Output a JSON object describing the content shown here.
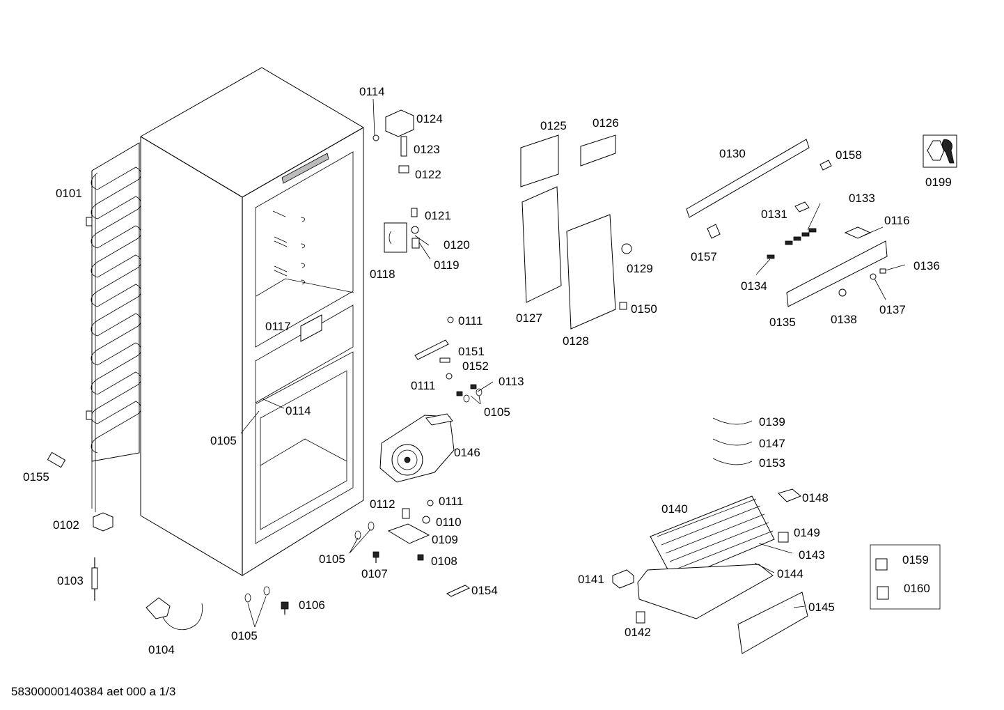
{
  "diagram": {
    "footer_code": "58300000140384 aet 000 a 1/3",
    "labels": [
      {
        "id": "l0101",
        "text": "0101"
      },
      {
        "id": "l0102",
        "text": "0102"
      },
      {
        "id": "l0103",
        "text": "0103"
      },
      {
        "id": "l0104",
        "text": "0104"
      },
      {
        "id": "l0155",
        "text": "0155"
      },
      {
        "id": "l0105a",
        "text": "0105"
      },
      {
        "id": "l0105b",
        "text": "0105"
      },
      {
        "id": "l0105c",
        "text": "0105"
      },
      {
        "id": "l0105d",
        "text": "0105"
      },
      {
        "id": "l0106",
        "text": "0106"
      },
      {
        "id": "l0107",
        "text": "0107"
      },
      {
        "id": "l0108",
        "text": "0108"
      },
      {
        "id": "l0109",
        "text": "0109"
      },
      {
        "id": "l0110",
        "text": "0110"
      },
      {
        "id": "l0111a",
        "text": "0111"
      },
      {
        "id": "l0111b",
        "text": "0111"
      },
      {
        "id": "l0111c",
        "text": "0111"
      },
      {
        "id": "l0112",
        "text": "0112"
      },
      {
        "id": "l0113",
        "text": "0113"
      },
      {
        "id": "l0114a",
        "text": "0114"
      },
      {
        "id": "l0114b",
        "text": "0114"
      },
      {
        "id": "l0116",
        "text": "0116"
      },
      {
        "id": "l0117",
        "text": "0117"
      },
      {
        "id": "l0118",
        "text": "0118"
      },
      {
        "id": "l0119",
        "text": "0119"
      },
      {
        "id": "l0120",
        "text": "0120"
      },
      {
        "id": "l0121",
        "text": "0121"
      },
      {
        "id": "l0122",
        "text": "0122"
      },
      {
        "id": "l0123",
        "text": "0123"
      },
      {
        "id": "l0124",
        "text": "0124"
      },
      {
        "id": "l0125",
        "text": "0125"
      },
      {
        "id": "l0126",
        "text": "0126"
      },
      {
        "id": "l0127",
        "text": "0127"
      },
      {
        "id": "l0128",
        "text": "0128"
      },
      {
        "id": "l0129",
        "text": "0129"
      },
      {
        "id": "l0130",
        "text": "0130"
      },
      {
        "id": "l0131",
        "text": "0131"
      },
      {
        "id": "l0133",
        "text": "0133"
      },
      {
        "id": "l0134",
        "text": "0134"
      },
      {
        "id": "l0135",
        "text": "0135"
      },
      {
        "id": "l0136",
        "text": "0136"
      },
      {
        "id": "l0137",
        "text": "0137"
      },
      {
        "id": "l0138",
        "text": "0138"
      },
      {
        "id": "l0139",
        "text": "0139"
      },
      {
        "id": "l0140",
        "text": "0140"
      },
      {
        "id": "l0141",
        "text": "0141"
      },
      {
        "id": "l0142",
        "text": "0142"
      },
      {
        "id": "l0143",
        "text": "0143"
      },
      {
        "id": "l0144",
        "text": "0144"
      },
      {
        "id": "l0145",
        "text": "0145"
      },
      {
        "id": "l0146",
        "text": "0146"
      },
      {
        "id": "l0147",
        "text": "0147"
      },
      {
        "id": "l0148",
        "text": "0148"
      },
      {
        "id": "l0149",
        "text": "0149"
      },
      {
        "id": "l0150",
        "text": "0150"
      },
      {
        "id": "l0151",
        "text": "0151"
      },
      {
        "id": "l0152",
        "text": "0152"
      },
      {
        "id": "l0153",
        "text": "0153"
      },
      {
        "id": "l0154",
        "text": "0154"
      },
      {
        "id": "l0157",
        "text": "0157"
      },
      {
        "id": "l0158",
        "text": "0158"
      },
      {
        "id": "l0159",
        "text": "0159"
      },
      {
        "id": "l0160",
        "text": "0160"
      },
      {
        "id": "l0199",
        "text": "0199"
      }
    ]
  }
}
